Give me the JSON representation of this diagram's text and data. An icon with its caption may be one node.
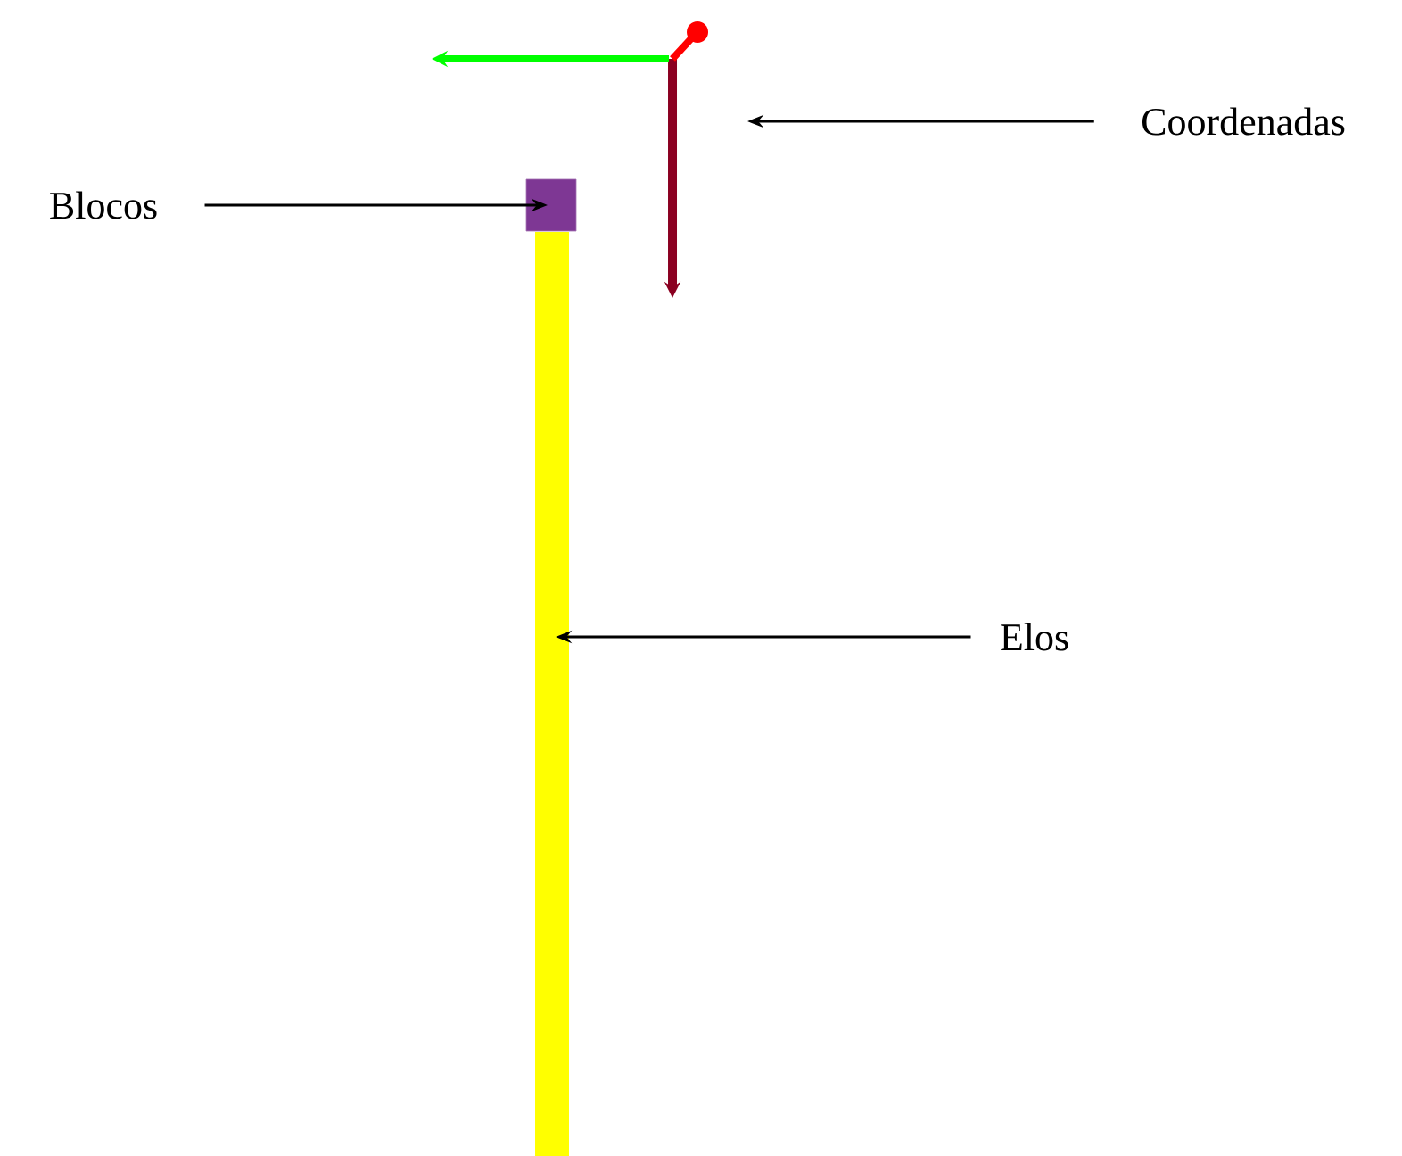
{
  "diagram": {
    "nodes": [
      {
        "text": [
          "Blocos"
        ]
      },
      {
        "text": [],
        "shape": "box"
      },
      {
        "text": [
          "Coordenadas"
        ]
      },
      {
        "text": [],
        "shape": "picture"
      },
      {
        "text": [
          "Elos"
        ]
      },
      {
        "text": [],
        "shape": "bar"
      }
    ],
    "edges": [
      {
        "from": 0,
        "to": 1,
        "arrow": "to"
      },
      {
        "from": 2,
        "to": 3,
        "arrow": "to"
      },
      {
        "from": 4,
        "to": 5,
        "arrow": "to"
      }
    ]
  }
}
